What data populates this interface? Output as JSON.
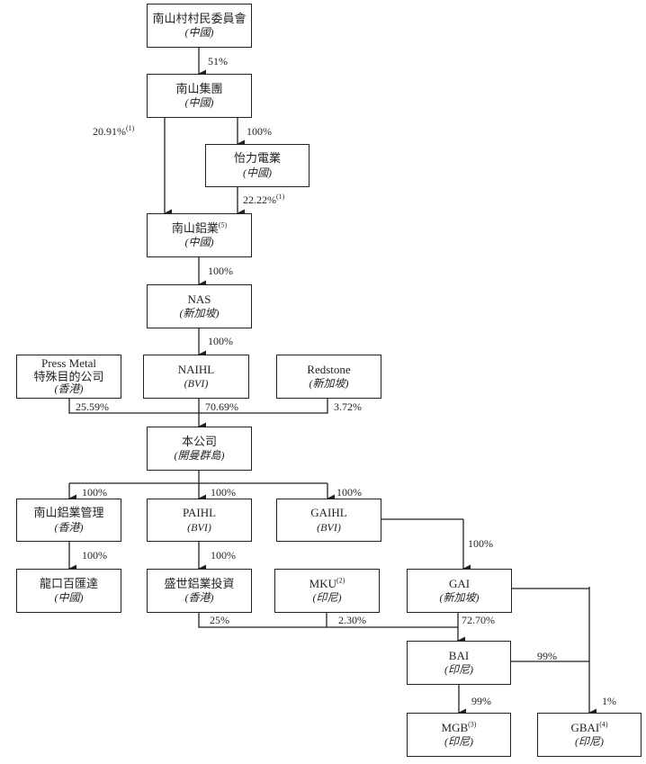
{
  "entities": {
    "village_committee": {
      "name": "南山村村民委員會",
      "location": "(中國)"
    },
    "nanshan_group": {
      "name": "南山集團",
      "location": "(中國)"
    },
    "yili_electric": {
      "name": "怡力電業",
      "location": "(中國)"
    },
    "nanshan_aluminum": {
      "name": "南山鋁業",
      "note": "(5)",
      "location": "(中國)"
    },
    "nas": {
      "name": "NAS",
      "location": "(新加坡)"
    },
    "press_metal": {
      "name_line1": "Press Metal",
      "name_line2": "特殊目的公司",
      "location": "(香港)"
    },
    "naihl": {
      "name": "NAIHL",
      "location": "(BVI)"
    },
    "redstone": {
      "name": "Redstone",
      "location": "(新加坡)"
    },
    "company": {
      "name": "本公司",
      "location": "(開曼群島)"
    },
    "nanshan_mgmt": {
      "name": "南山鋁業管理",
      "location": "(香港)"
    },
    "paihl": {
      "name": "PAIHL",
      "location": "(BVI)"
    },
    "gaihl": {
      "name": "GAIHL",
      "location": "(BVI)"
    },
    "longkou": {
      "name": "龍口百匯達",
      "location": "(中國)"
    },
    "shengshi": {
      "name": "盛世鋁業投資",
      "location": "(香港)"
    },
    "mku": {
      "name": "MKU",
      "note": "(2)",
      "location": "(印尼)"
    },
    "gai": {
      "name": "GAI",
      "location": "(新加坡)"
    },
    "bai": {
      "name": "BAI",
      "location": "(印尼)"
    },
    "mgb": {
      "name": "MGB",
      "note": "(3)",
      "location": "(印尼)"
    },
    "gbai": {
      "name": "GBAI",
      "note": "(4)",
      "location": "(印尼)"
    }
  },
  "ownership": {
    "committee_to_group": "51%",
    "group_to_aluminum": "20.91%",
    "group_to_aluminum_note": "(1)",
    "group_to_yili": "100%",
    "yili_to_aluminum": "22.22%",
    "yili_to_aluminum_note": "(1)",
    "aluminum_to_nas": "100%",
    "nas_to_naihl": "100%",
    "press_metal_to_company": "25.59%",
    "naihl_to_company": "70.69%",
    "redstone_to_company": "3.72%",
    "company_to_mgmt": "100%",
    "company_to_paihl": "100%",
    "company_to_gaihl": "100%",
    "mgmt_to_longkou": "100%",
    "paihl_to_shengshi": "100%",
    "gaihl_to_gai": "100%",
    "shengshi_to_bai": "25%",
    "mku_to_bai": "2.30%",
    "gai_to_bai": "72.70%",
    "bai_to_gbai": "99%",
    "bai_to_mgb": "99%",
    "gai_to_gbai": "1%"
  },
  "colors": {
    "line": "#231f20",
    "background": "#ffffff"
  }
}
